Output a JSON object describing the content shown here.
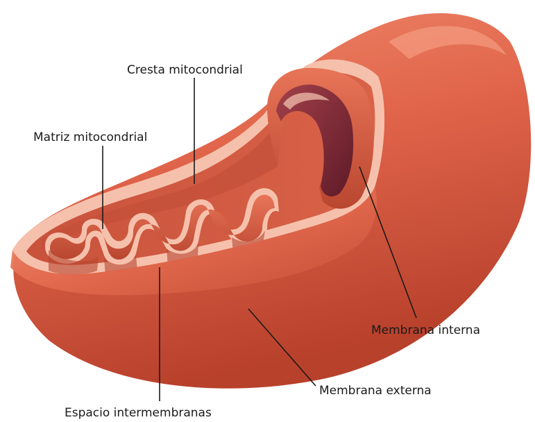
{
  "diagram": {
    "labels": {
      "cresta": "Cresta mitocondrial",
      "matriz": "Matriz mitocondrial",
      "espacio": "Espacio intermembranas",
      "interna": "Membrana interna",
      "externa": "Membrana externa"
    },
    "colors": {
      "outer_membrane": "#e0644a",
      "outer_membrane_light": "#f08a6c",
      "outer_membrane_dark": "#b8412c",
      "inner_rim": "#f6c1ac",
      "cristae": "#d85a42",
      "matrix_dark": "#7a2433",
      "label_text": "#1a1a1a"
    }
  }
}
